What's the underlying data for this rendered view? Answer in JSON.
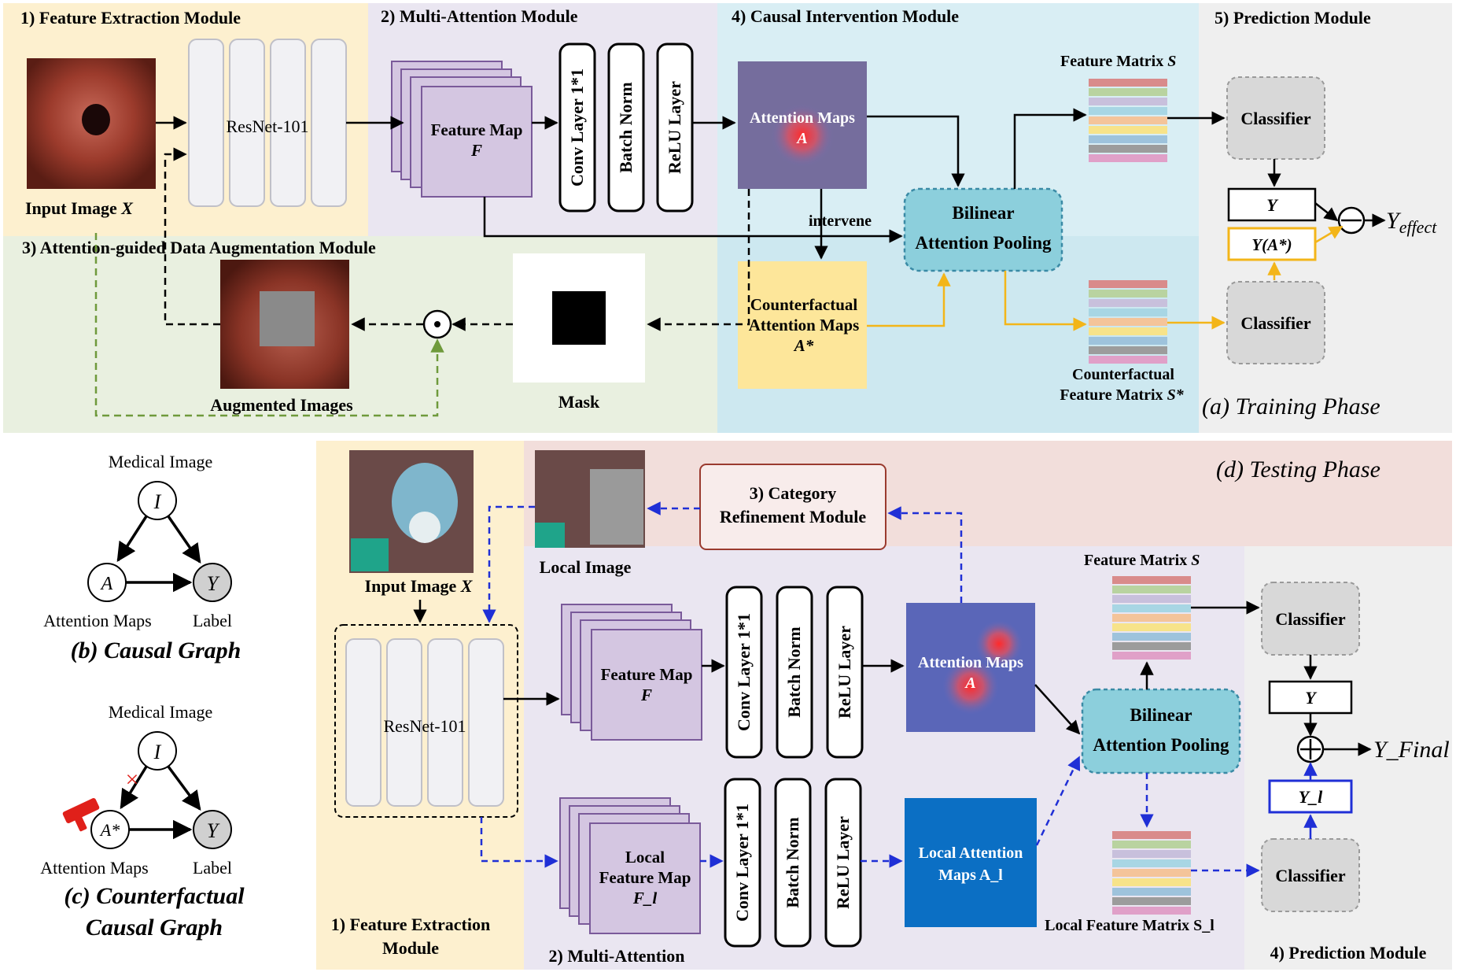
{
  "training": {
    "feature_extraction": {
      "title": "1) Feature Extraction Module",
      "backbone": "ResNet-101",
      "input_caption": "Input Image ",
      "input_var": "X"
    },
    "multi_attention": {
      "title": "2) Multi-Attention Module",
      "feature_map": "Feature Map",
      "feature_var": "F",
      "conv": "Conv Layer 1*1",
      "bn": "Batch Norm",
      "relu": "ReLU Layer"
    },
    "augmentation": {
      "title": "3) Attention-guided Data Augmentation Module",
      "augmented": "Augmented Images",
      "mask": "Mask"
    },
    "causal": {
      "title": "4) Causal Intervention Module",
      "attention_maps": "Attention Maps",
      "attention_var": "A",
      "intervene": "intervene",
      "cf_line1": "Counterfactual",
      "cf_line2": "Attention Maps",
      "cf_var": "A*",
      "pool_line1": "Bilinear",
      "pool_line2": "Attention Pooling"
    },
    "prediction": {
      "title": "5) Prediction Module",
      "feature_matrix": "Feature Matrix ",
      "feature_matrix_var": "S",
      "cf_matrix_line1": "Counterfactual",
      "cf_matrix_line2": "Feature Matrix ",
      "cf_matrix_var": "S*",
      "classifier": "Classifier",
      "y": "Y",
      "y_astar": "Y(A*)",
      "y_effect": "Y",
      "y_effect_sub": "effect"
    },
    "phase_label": "(a) Training Phase"
  },
  "causal_graph": {
    "medical_image": "Medical Image",
    "node_i": "I",
    "node_a": "A",
    "node_y": "Y",
    "attention_maps": "Attention Maps",
    "label": "Label",
    "caption": "(b) Causal Graph"
  },
  "cf_graph": {
    "medical_image": "Medical Image",
    "node_i": "I",
    "node_a": "A*",
    "node_y": "Y",
    "attention_maps": "Attention Maps",
    "label": "Label",
    "caption_line1": "(c) Counterfactual",
    "caption_line2": "Causal Graph",
    "cross": "×"
  },
  "testing": {
    "phase_label": "(d) Testing Phase",
    "input_caption": "Input Image ",
    "input_var": "X",
    "local_image": "Local Image",
    "refine_line1": "3) Category",
    "refine_line2": "Refinement Module",
    "backbone": "ResNet-101",
    "feature_map": "Feature Map",
    "feature_var": "F",
    "local_fm_line1": "Local",
    "local_fm_line2": "Feature Map",
    "local_fm_var": "F_l",
    "conv": "Conv Layer 1*1",
    "bn": "Batch Norm",
    "relu": "ReLU Layer",
    "attention_maps": "Attention Maps",
    "attention_var": "A",
    "local_att_line1": "Local Attention",
    "local_att_line2": "Maps A_l",
    "pool_line1": "Bilinear",
    "pool_line2": "Attention Pooling",
    "feature_matrix": "Feature Matrix ",
    "feature_matrix_var": "S",
    "local_matrix": "Local Feature Matrix  S_l",
    "classifier": "Classifier",
    "y": "Y",
    "y_l": "Y_l",
    "y_final": "Y_Final",
    "fe_line1": "1) Feature Extraction",
    "fe_line2": "Module",
    "ma_title": "2) Multi-Attention",
    "pred_title": "4) Prediction Module"
  },
  "colors": {
    "feature_extraction_bg": "#fdf0cf",
    "multi_attention_bg": "#eae6f1",
    "augmentation_bg": "#e9f0e0",
    "causal_bg": "#d9eef4",
    "prediction_bg": "#efefef",
    "testing_header_bg": "#f2dedb",
    "feature_map_fill": "#d4c6e1",
    "pooling_fill": "#8ccfdc",
    "cf_attention_fill": "#fde69a",
    "local_attention_fill": "#0b6fc4",
    "dashed_green": "#6f9a3c",
    "dashed_blue": "#1f2fd6",
    "orange": "#f3b519"
  }
}
